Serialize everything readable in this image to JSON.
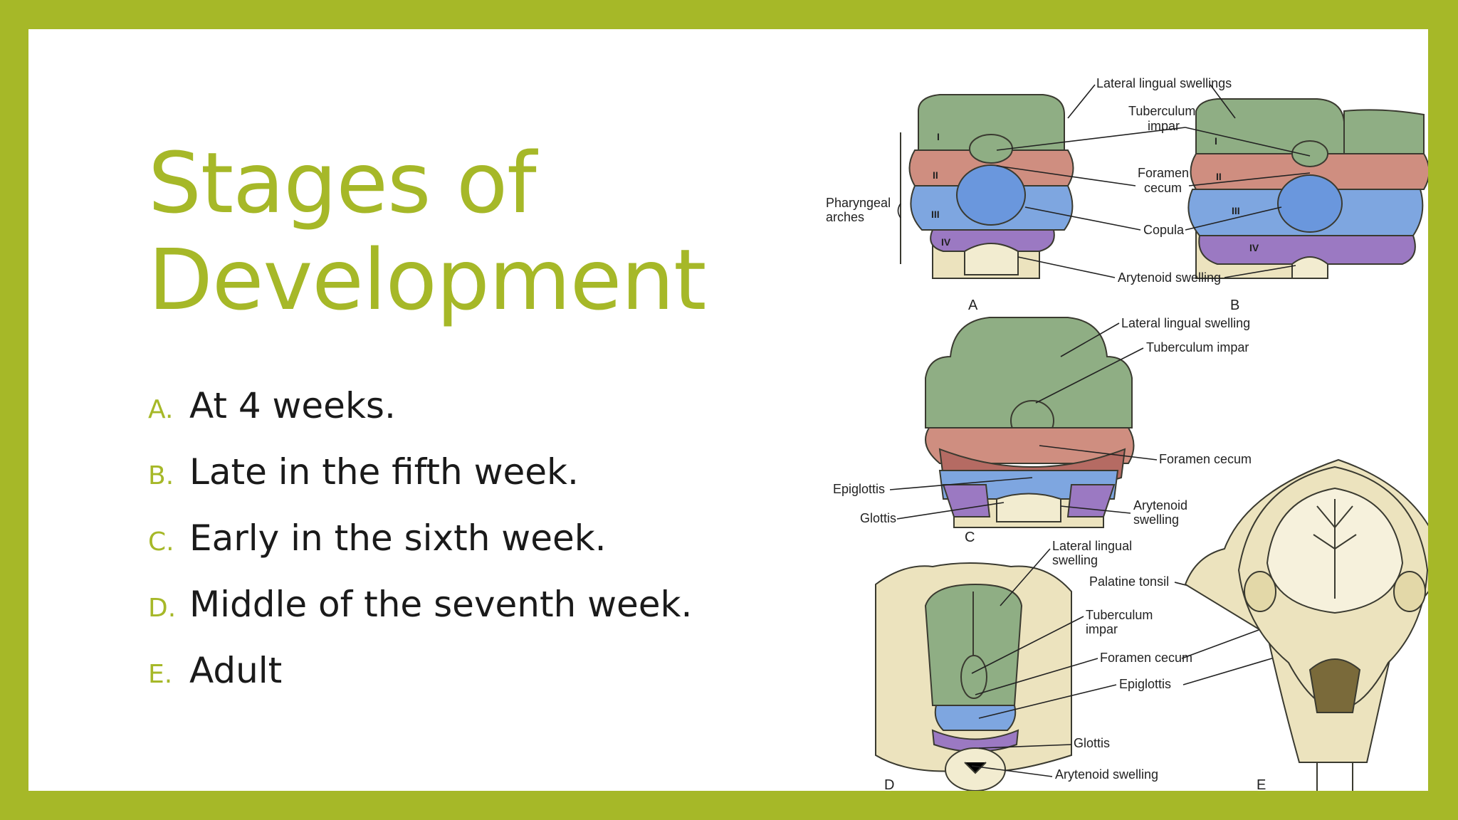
{
  "slide": {
    "title_line1": "Stages of",
    "title_line2": "Development",
    "bullets": [
      {
        "marker": "A.",
        "text": "At 4 weeks."
      },
      {
        "marker": "B.",
        "text": "Late in the fifth week."
      },
      {
        "marker": "C.",
        "text": "Early in the sixth week."
      },
      {
        "marker": "D.",
        "text": "Middle of the seventh week."
      },
      {
        "marker": "E.",
        "text": "Adult"
      }
    ]
  },
  "figure": {
    "panels": {
      "a": "A",
      "b": "B",
      "c": "C",
      "d": "D",
      "e": "E"
    },
    "roman": {
      "i": "I",
      "ii": "II",
      "iii": "III",
      "iv": "IV"
    },
    "labels_ab": {
      "lateral_lingual_swellings": "Lateral lingual swellings",
      "tuberculum_1": "Tuberculum",
      "tuberculum_2": "impar",
      "foramen_1": "Foramen",
      "foramen_2": "cecum",
      "copula": "Copula",
      "arytenoid_swelling": "Arytenoid swelling",
      "pharyngeal_1": "Pharyngeal",
      "pharyngeal_2": "arches"
    },
    "labels_c": {
      "lateral_lingual_swelling": "Lateral lingual swelling",
      "tuberculum_impar": "Tuberculum impar",
      "foramen_cecum": "Foramen cecum",
      "epiglottis": "Epiglottis",
      "glottis": "Glottis",
      "arytenoid_1": "Arytenoid",
      "arytenoid_2": "swelling"
    },
    "labels_de": {
      "lateral_lingual_1": "Lateral lingual",
      "lateral_lingual_2": "swelling",
      "palatine_tonsil": "Palatine tonsil",
      "tuberculum_1": "Tuberculum",
      "tuberculum_2": "impar",
      "foramen_cecum": "Foramen cecum",
      "epiglottis": "Epiglottis",
      "glottis": "Glottis",
      "arytenoid_swelling": "Arytenoid swelling"
    },
    "colors": {
      "green": "#8fae84",
      "red": "#cf8e80",
      "blue": "#7ea6e0",
      "purple": "#9b79c2",
      "beige": "#ece3be"
    }
  }
}
